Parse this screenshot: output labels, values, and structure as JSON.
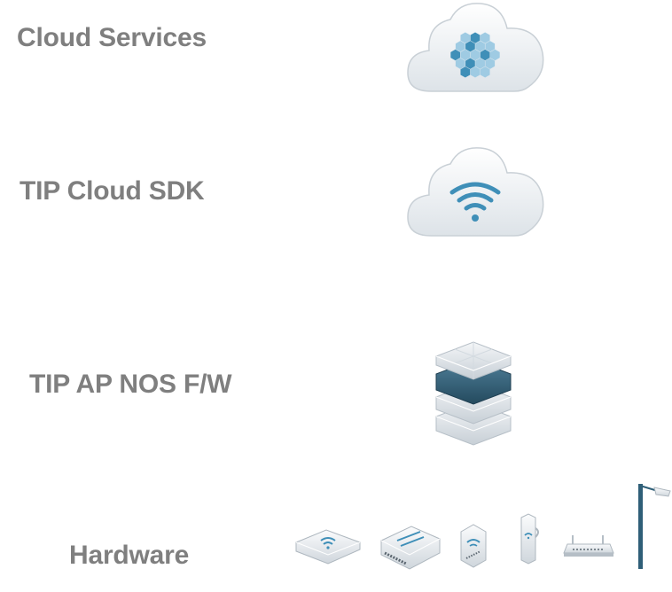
{
  "layers": [
    {
      "label": "Cloud Services",
      "icon": "hexagon-cloud-icon"
    },
    {
      "label": "TIP Cloud SDK",
      "icon": "wifi-cloud-icon"
    },
    {
      "label": "TIP AP NOS F/W",
      "icon": "server-stack-icon"
    },
    {
      "label": "Hardware",
      "icon": "hardware-devices-icon"
    }
  ],
  "colors": {
    "label_text": "#7f7f7f",
    "cloud_fill": "#eef1f4",
    "accent_blue": "#3f8fb8",
    "accent_light_blue": "#9fcbe3",
    "dark_teal": "#2f5f78"
  }
}
